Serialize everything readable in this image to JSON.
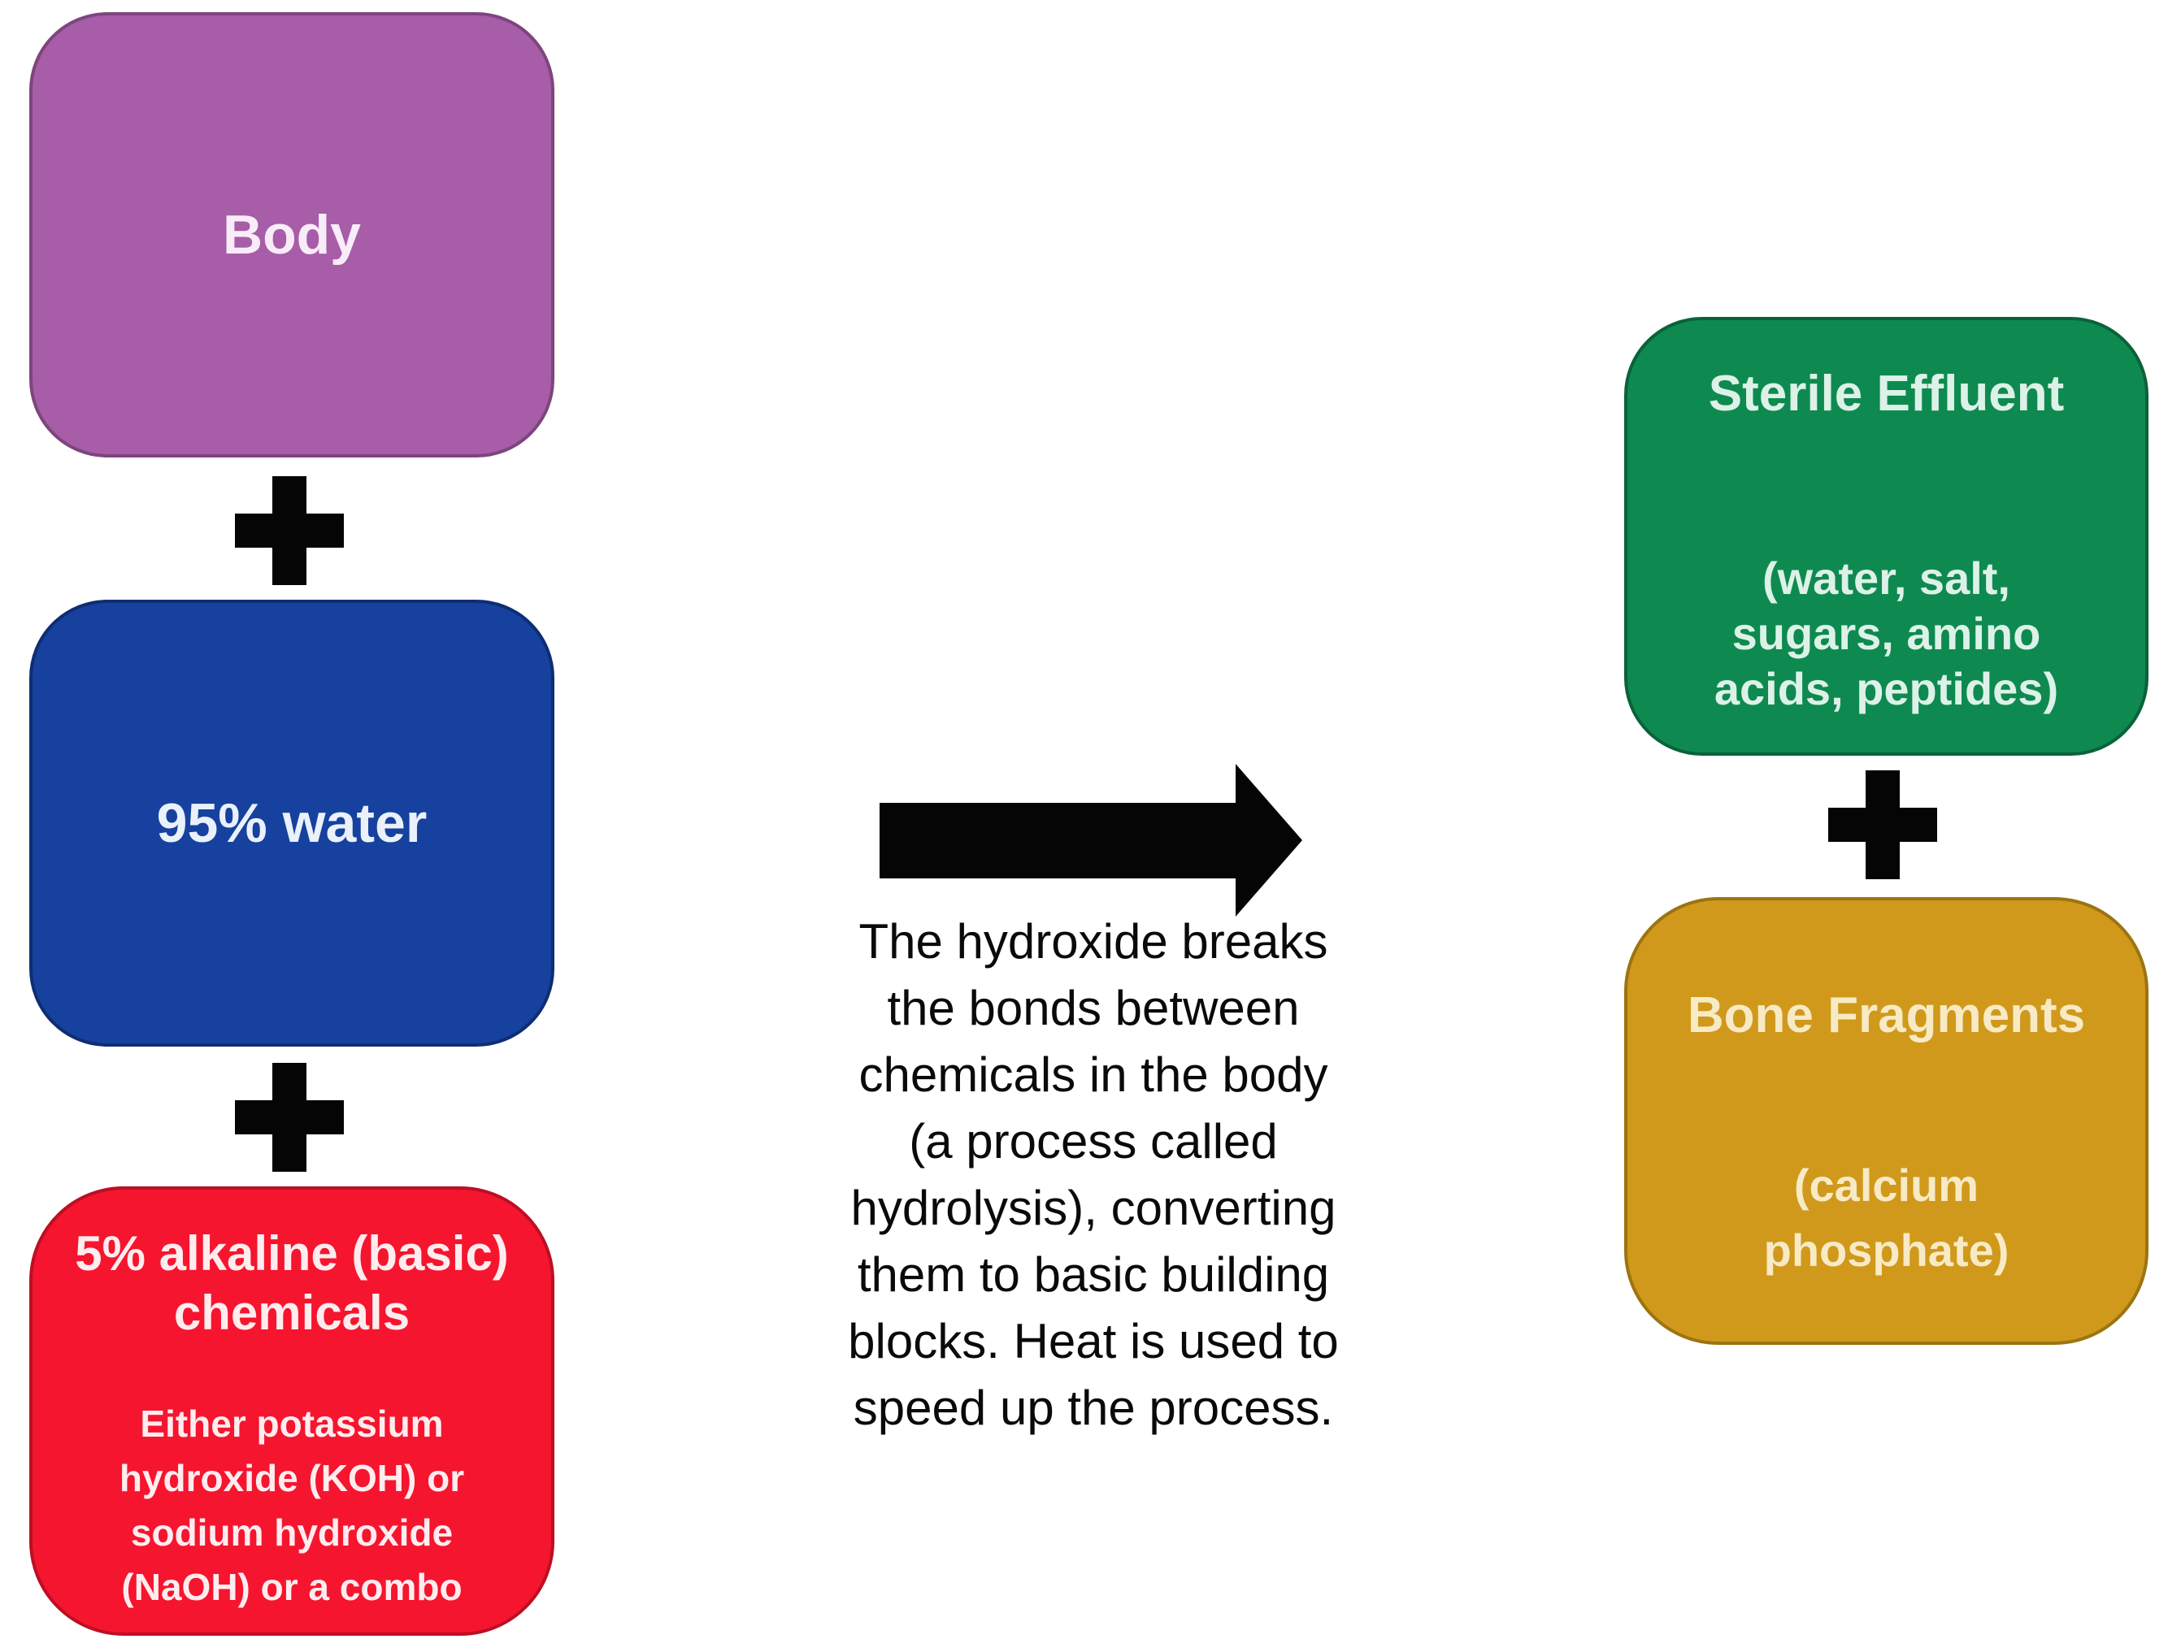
{
  "diagram": {
    "inputs": {
      "body": {
        "label": "Body",
        "color": "#a75da7"
      },
      "water": {
        "label": "95% water",
        "color": "#16419e"
      },
      "chemicals": {
        "title": "5% alkaline (basic)\nchemicals",
        "detail": "Either potassium\nhydroxide (KOH) or\nsodium hydroxide\n(NaOH) or a combo",
        "color": "#f6152e"
      }
    },
    "process": {
      "description": "The hydroxide breaks\nthe bonds between\nchemicals in the body\n(a process called\nhydrolysis), converting\nthem to basic building\nblocks. Heat is used to\nspeed up the process."
    },
    "outputs": {
      "effluent": {
        "title": "Sterile Effluent",
        "detail": "(water, salt,\nsugars, amino\nacids, peptides)",
        "color": "#0e8a50"
      },
      "bone": {
        "title": "Bone Fragments",
        "detail": "(calcium\nphosphate)",
        "color": "#d0991b"
      }
    },
    "connector_color": "#050505"
  }
}
